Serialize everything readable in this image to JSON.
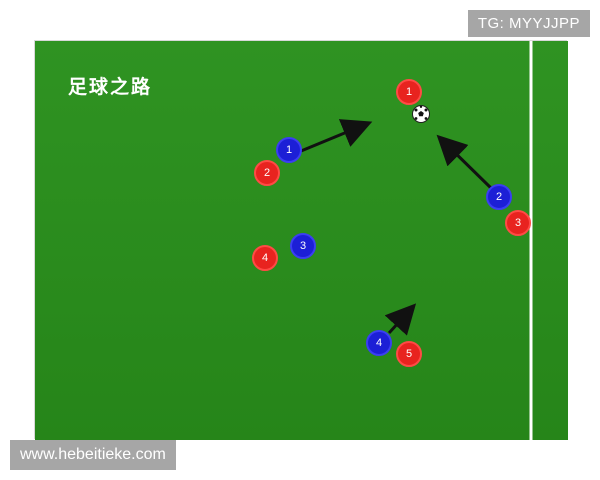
{
  "diagram": {
    "title": "足球之路",
    "pitch_color": "#2a8a1e",
    "line_color": "#ffffff",
    "red_team_color": "#e8231f",
    "blue_team_color": "#1c1fd6",
    "players": {
      "red": [
        {
          "number": "1"
        },
        {
          "number": "2"
        },
        {
          "number": "3"
        },
        {
          "number": "4"
        },
        {
          "number": "5"
        }
      ],
      "blue": [
        {
          "number": "1"
        },
        {
          "number": "2"
        },
        {
          "number": "3"
        },
        {
          "number": "4"
        }
      ]
    },
    "ball_icon": "soccer-ball-icon"
  },
  "watermarks": {
    "top_right": "TG: MYYJJPP",
    "bottom_left": "www.hebeitieke.com"
  }
}
